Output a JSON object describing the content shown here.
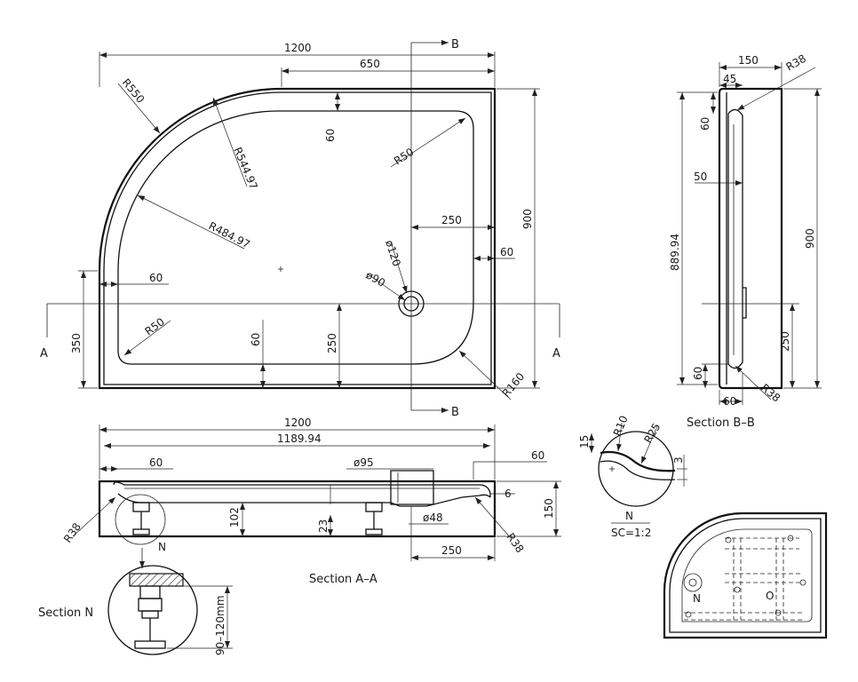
{
  "plan": {
    "width_1200": "1200",
    "len_650": "650",
    "r550": "R550",
    "r544": "R544.97",
    "r484": "R484.97",
    "d60_top": "60",
    "r50_top": "R50",
    "d250": "250",
    "d900": "900",
    "d60_right": "60",
    "d120": "ø120",
    "d90": "ø90",
    "d60_left": "60",
    "r50_bottom": "R50",
    "d60_bottom": "60",
    "d250_vert": "250",
    "d350": "350",
    "r160": "R160",
    "section_a_left": "A",
    "section_a_right": "A",
    "section_b_top": "B",
    "section_b_bottom": "B"
  },
  "side": {
    "d150": "150",
    "r38_top": "R38",
    "d45": "45",
    "d60_top": "60",
    "d50": "50",
    "d889": "889.94",
    "d900": "900",
    "d250": "250",
    "d60_bottom": "60",
    "d60_under": "60",
    "r38_bottom": "R38",
    "title": "Section  B–B"
  },
  "section_a": {
    "d1200": "1200",
    "d1189": "1189.94",
    "d60_left": "60",
    "d95": "ø95",
    "d60_right": "60",
    "d6": "6",
    "d150": "150",
    "r38_left": "R38",
    "d102": "102",
    "d23": "23",
    "d48": "ø48",
    "d250": "250",
    "r38_right": "R38",
    "n_label": "N",
    "title": "Section   A–A"
  },
  "detail_n": {
    "d15": "15",
    "r10": "R10",
    "r25": "R25",
    "d3": "3",
    "label": "N",
    "scale": "SC=1:2"
  },
  "section_n": {
    "title": "Section  N",
    "range": "90–120mm"
  },
  "underside": {
    "n_label": "N",
    "o_label": "O"
  }
}
